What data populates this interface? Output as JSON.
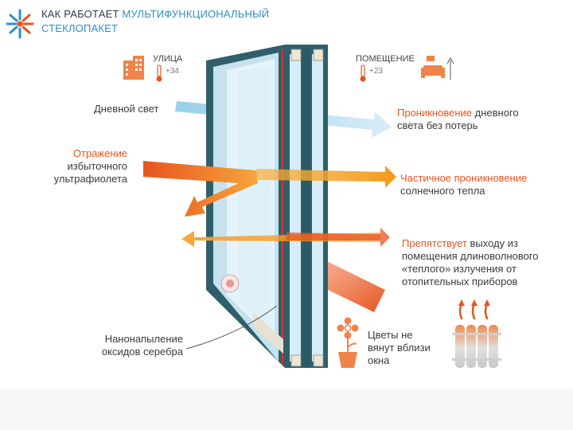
{
  "title": {
    "line1_plain": "КАК РАБОТАЕТ ",
    "line1_highlight": "МУЛЬТИФУНКЦИОНАЛЬНЫЙ",
    "line2_highlight": "СТЕКЛОПАКЕТ"
  },
  "outside": {
    "label": "УЛИЦА",
    "temperature": "+34"
  },
  "inside": {
    "label": "ПОМЕЩЕНИЕ",
    "temperature": "+23"
  },
  "left_labels": {
    "daylight": "Дневной свет",
    "reflection_highlight": "Отражение",
    "reflection_line2": "избыточного",
    "reflection_line3": "ультрафиолета",
    "coating_line1": "Нанонапыление",
    "coating_line2": "оксидов серебра"
  },
  "right_labels": {
    "penetration_highlight": "Проникновение",
    "penetration_rest": " дневного",
    "penetration_line2": "света без потерь",
    "partial_highlight": "Частичное проникновение",
    "partial_line2": "солнечного тепла",
    "prevents_highlight": "Препятствует",
    "prevents_rest": " выходу из",
    "prevents_line2": "помещения длиноволнового",
    "prevents_line3": "«теплого» излучения от",
    "prevents_line4": "отопительных приборов",
    "flowers_line1": "Цветы не",
    "flowers_line2": "вянут вблизи",
    "flowers_line3": "окна"
  },
  "colors": {
    "accent_orange": "#e8541e",
    "arrow_orange": "#f39a1e",
    "arrow_blue": "#9fd3ec",
    "frame_teal": "#2f5f6a",
    "glass_blue": "#cfe9f5",
    "title_blue": "#2a8fc9"
  },
  "icons": [
    "snowflake-sun-logo-icon",
    "building-icon",
    "thermometer-icon",
    "sofa-lamp-icon",
    "flower-pot-icon",
    "radiator-icon"
  ]
}
